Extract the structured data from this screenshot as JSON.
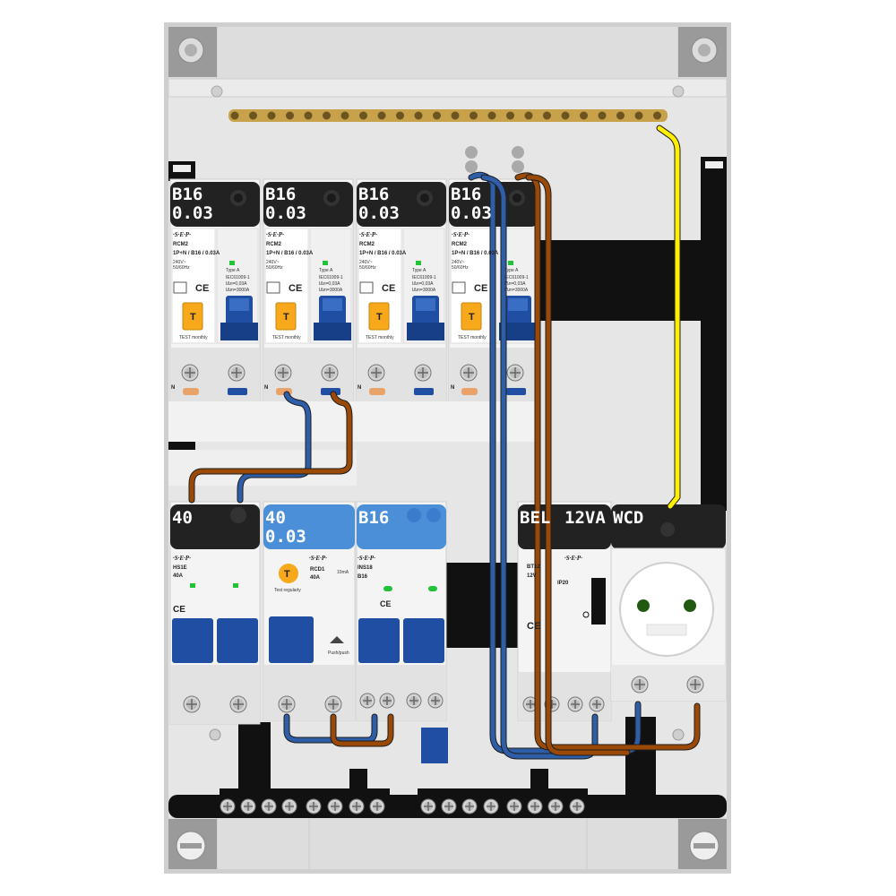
{
  "panel": {
    "brand": "·S·E·P·",
    "colors": {
      "enclosure": "#d9d9d9",
      "enclosure_edge": "#bdbdbd",
      "rail_black": "#111111",
      "label_black": "#222222",
      "label_blue": "#4a8fd8",
      "handle_blue": "#1f4ea3",
      "test_orange": "#f7a81b",
      "wire_blue": "#2f5ea8",
      "wire_brown": "#9a4a06",
      "wire_yellow": "#ffee00",
      "busbar_brass": "#c8a24a",
      "led_green": "#22c33a"
    }
  },
  "top_row": [
    {
      "label_line1": "B16",
      "label_line2": "0.03",
      "model": "RCM2",
      "rating": "1P+N / B16 / 0.03A",
      "voltage": "240V~",
      "freq": "50/60Hz",
      "type": "Type A",
      "standard": "IEC61009-1",
      "idn": "IΔn=0,03A",
      "icn": "IΔm=3000A",
      "test_text": "TEST monthly",
      "neutral_mark": "N"
    },
    {
      "label_line1": "B16",
      "label_line2": "0.03",
      "model": "RCM2",
      "rating": "1P+N / B16 / 0.03A",
      "voltage": "240V~",
      "freq": "50/60Hz",
      "type": "Type A",
      "standard": "IEC61009-1",
      "idn": "IΔn=0,03A",
      "icn": "IΔm=3000A",
      "test_text": "TEST monthly",
      "neutral_mark": "N"
    },
    {
      "label_line1": "B16",
      "label_line2": "0.03",
      "model": "RCM2",
      "rating": "1P+N / B16 / 0.03A",
      "voltage": "240V~",
      "freq": "50/60Hz",
      "type": "Type A",
      "standard": "IEC61009-1",
      "idn": "IΔn=0,03A",
      "icn": "IΔm=3000A",
      "test_text": "TEST monthly",
      "neutral_mark": "N"
    },
    {
      "label_line1": "B16",
      "label_line2": "0.03",
      "model": "RCM2",
      "rating": "1P+N / B16 / 0.03A",
      "voltage": "240V~",
      "freq": "50/60Hz",
      "type": "Type A",
      "standard": "IEC61009-1",
      "idn": "IΔn=0,03A",
      "icn": "IΔm=3000A",
      "test_text": "TEST monthly",
      "neutral_mark": "N"
    }
  ],
  "bottom_row": {
    "main_switch": {
      "label": "40",
      "model": "HS1E",
      "rating": "40A"
    },
    "rcd": {
      "label_line1": "40",
      "label_line2": "0.03",
      "model": "RCD1",
      "rating": "40A",
      "sens": "10mA",
      "test_text": "Test regularly",
      "push_text": "Push/push"
    },
    "mcb": {
      "label": "B16",
      "model": "INS18",
      "rating": "B16"
    },
    "bell": {
      "label_a": "BEL",
      "label_b": "12VA",
      "model": "BT12",
      "volt": "12V",
      "ip": "IP20"
    },
    "socket": {
      "label": "WCD"
    }
  },
  "ce_mark": "CE",
  "test_button_letter": "T"
}
